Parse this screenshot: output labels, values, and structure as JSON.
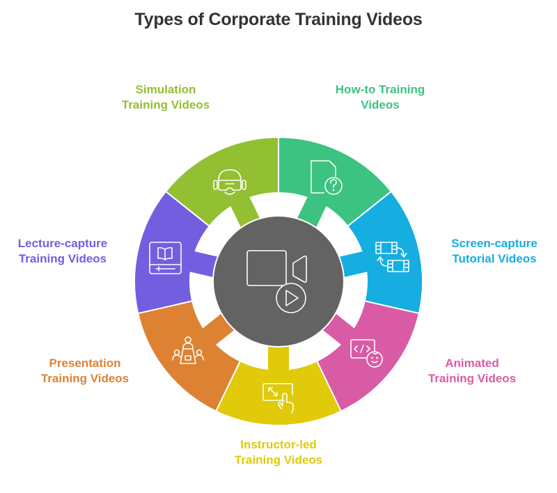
{
  "title": "Types of Corporate Training Videos",
  "center": {
    "icon": "video-camera-play-icon",
    "color": "#636363"
  },
  "segments": [
    {
      "id": "how-to",
      "line1": "How-to Training",
      "line2": "Videos",
      "color": "#3CC281",
      "icon": "document-question-icon"
    },
    {
      "id": "screen-capture",
      "line1": "Screen-capture",
      "line2": "Tutorial Videos",
      "color": "#16ADE0",
      "icon": "screen-swap-icon"
    },
    {
      "id": "animated",
      "line1": "Animated",
      "line2": "Training Videos",
      "color": "#D95BA5",
      "icon": "code-face-icon"
    },
    {
      "id": "instructor-led",
      "line1": "Instructor-led",
      "line2": "Training Videos",
      "color": "#E0CA0A",
      "icon": "touch-resize-icon"
    },
    {
      "id": "presentation",
      "line1": "Presentation",
      "line2": "Training Videos",
      "color": "#DC8232",
      "icon": "meeting-table-icon"
    },
    {
      "id": "lecture-capture",
      "line1": "Lecture-capture",
      "line2": "Training Videos",
      "color": "#735EE0",
      "icon": "book-video-icon"
    },
    {
      "id": "simulation",
      "line1": "Simulation",
      "line2": "Training Videos",
      "color": "#93BF32",
      "icon": "vr-headset-icon"
    }
  ]
}
